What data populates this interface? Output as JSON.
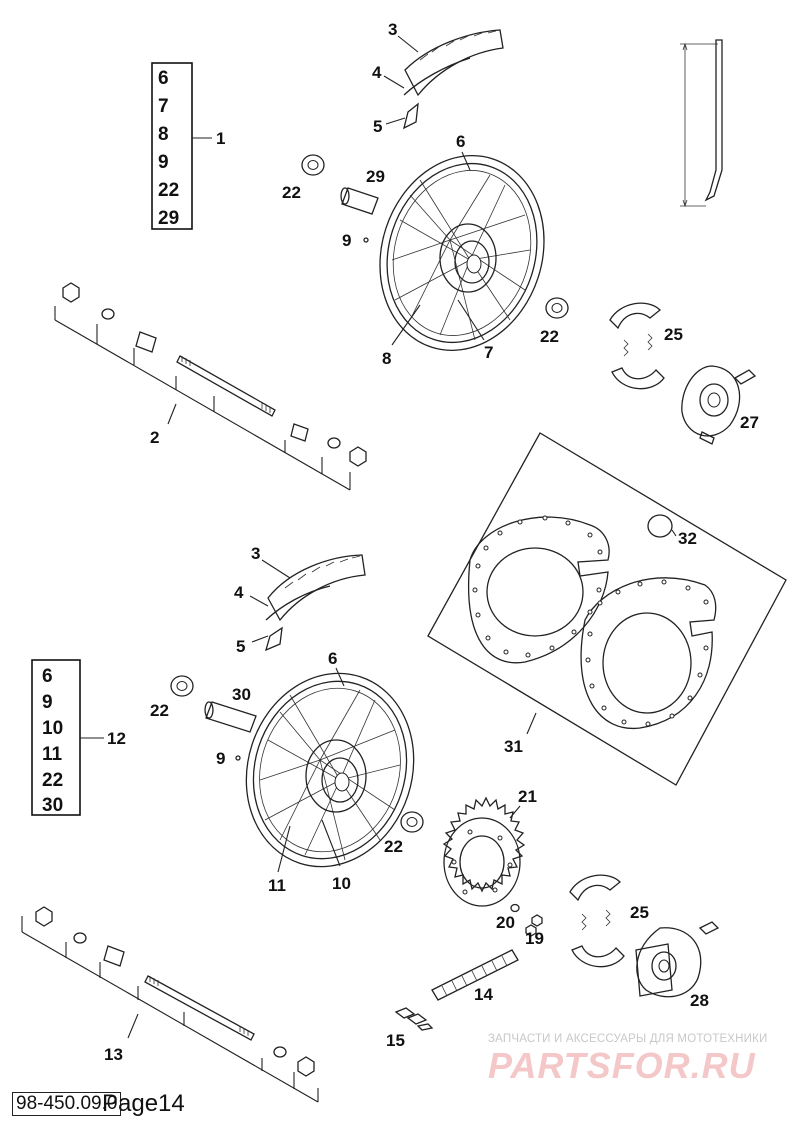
{
  "footer": {
    "code": "98-450.09.0",
    "page_title": "Page14"
  },
  "watermark": {
    "tagline": "ЗАПЧАСТИ И АКСЕССУАРЫ ДЛЯ МОТОТЕХНИКИ",
    "logo": "PARTSFOR.RU",
    "color": "#f4c8c8"
  },
  "kits": {
    "front": {
      "number": "1",
      "items": [
        "6",
        "7",
        "8",
        "9",
        "22",
        "29"
      ]
    },
    "rear": {
      "number": "12",
      "items": [
        "6",
        "9",
        "10",
        "11",
        "22",
        "30"
      ]
    }
  },
  "callouts": {
    "f3": "3",
    "f4": "4",
    "f5": "5",
    "f6": "6",
    "f29": "29",
    "f22a": "22",
    "f9": "9",
    "f8": "8",
    "f7": "7",
    "f22b": "22",
    "f25": "25",
    "f27": "27",
    "f2": "2",
    "r3": "3",
    "r4": "4",
    "r5": "5",
    "r6": "6",
    "r30": "30",
    "r22a": "22",
    "r9": "9",
    "r22b": "22",
    "r11": "11",
    "r10": "10",
    "r21": "21",
    "r31": "31",
    "r32": "32",
    "r20": "20",
    "r19": "19",
    "r25": "25",
    "r14": "14",
    "r28": "28",
    "r15": "15",
    "r13": "13"
  }
}
